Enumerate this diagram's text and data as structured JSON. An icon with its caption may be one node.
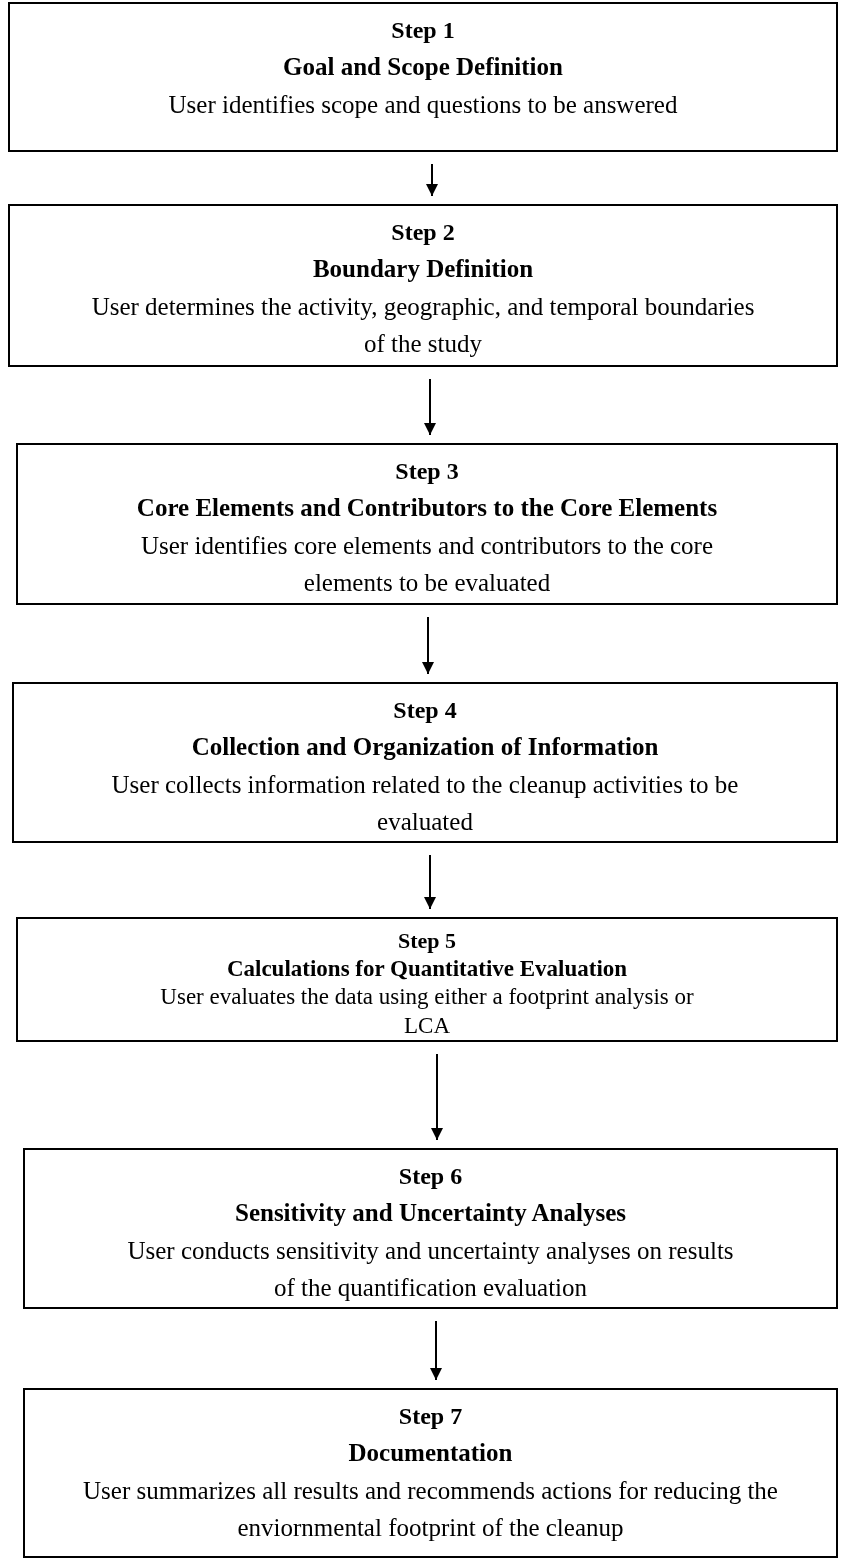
{
  "diagram": {
    "nodes": [
      {
        "text": [
          "Step 1",
          "Goal and Scope Definition",
          "User identifies scope and questions to be answered"
        ]
      },
      {
        "text": [
          "Step 2",
          "Boundary Definition",
          "User determines the activity, geographic, and temporal boundaries of the study"
        ]
      },
      {
        "text": [
          "Step 3",
          "Core Elements and Contributors to the Core Elements",
          "User identifies core elements and contributors to the core elements to be evaluated"
        ]
      },
      {
        "text": [
          "Step 4",
          "Collection and Organization of Information",
          "User collects information related to the cleanup activities to be evaluated"
        ]
      },
      {
        "text": [
          "Step 5",
          "Calculations for Quantitative Evaluation",
          "User evaluates the data using either a footprint analysis or LCA"
        ]
      },
      {
        "text": [
          "Step 6",
          "Sensitivity and Uncertainty Analyses",
          "User conducts sensitivity and uncertainty analyses on results of the quantification evaluation"
        ]
      },
      {
        "text": [
          "Step 7",
          "Documentation",
          "User summarizes all results and recommends actions for reducing the enviornmental footprint of the cleanup"
        ]
      }
    ],
    "edges": [
      {
        "from": 0,
        "to": 1,
        "arrow": "to"
      },
      {
        "from": 1,
        "to": 2,
        "arrow": "to"
      },
      {
        "from": 2,
        "to": 3,
        "arrow": "to"
      },
      {
        "from": 3,
        "to": 4,
        "arrow": "to"
      },
      {
        "from": 4,
        "to": 5,
        "arrow": "to"
      },
      {
        "from": 5,
        "to": 6,
        "arrow": "to"
      }
    ]
  }
}
